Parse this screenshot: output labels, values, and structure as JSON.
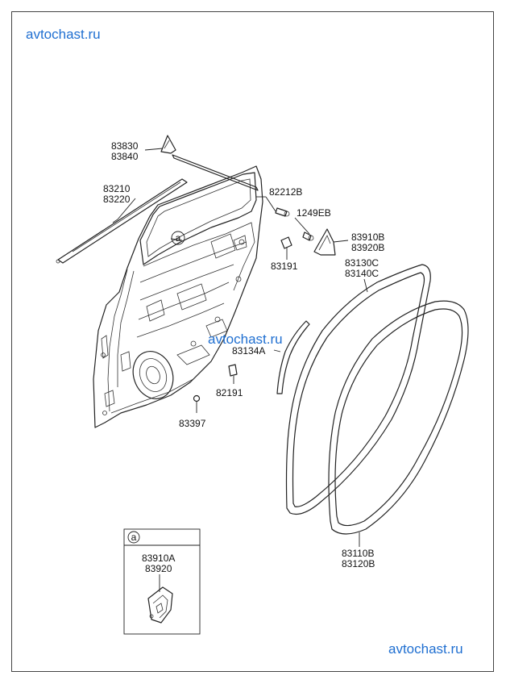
{
  "watermarks": {
    "top": "avtochast.ru",
    "middle": "avtochast.ru",
    "bottom": "avtochast.ru"
  },
  "labels": {
    "p83830": "83830",
    "p83840": "83840",
    "p83210": "83210",
    "p83220": "83220",
    "p82212B": "82212B",
    "p1249EB": "1249EB",
    "p83910B": "83910B",
    "p83920B": "83920B",
    "p83191": "83191",
    "p83130C": "83130C",
    "p83140C": "83140C",
    "p83134A": "83134A",
    "p82191": "82191",
    "p83397": "83397",
    "p83110B": "83110B",
    "p83120B": "83120B",
    "callout_ref": "a"
  },
  "detail_box": {
    "ref": "a",
    "label_1": "83910A",
    "label_2": "83920"
  },
  "colors": {
    "watermark": "#1f6fd1",
    "line": "#222222",
    "frame": "#444444"
  }
}
